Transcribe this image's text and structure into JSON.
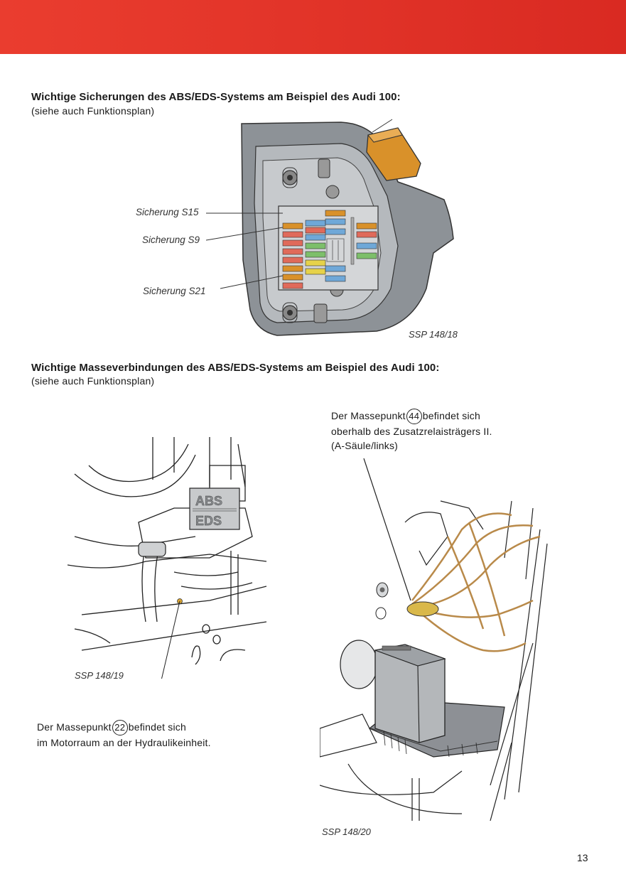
{
  "colors": {
    "band": "#e8362a",
    "band_dark": "#d92a22",
    "fuse_orange": "#d9912a"
  },
  "section1": {
    "heading": "Wichtige Sicherungen des ABS/EDS-Systems am Beispiel des Audi 100:",
    "sub": "(siehe auch Funktionsplan)",
    "labels": {
      "s15": "Sicherung S15",
      "s9": "Sicherung S9",
      "s21": "Sicherung S21"
    },
    "caption": "SSP 148/18",
    "fuse_icon": "fuse-box-illustration"
  },
  "section2": {
    "heading": "Wichtige Masseverbindungen des ABS/EDS-Systems am Beispiel des Audi 100:",
    "sub": "(siehe auch Funktionsplan)",
    "left_caption": "SSP 148/19",
    "left_text": {
      "pre": "Der Massepunkt",
      "num": "22",
      "post": "befindet sich",
      "line2": "im Motorraum an der Hydraulikeinheit."
    },
    "right_text": {
      "pre": "Der Massepunkt",
      "num": "44",
      "post": "befindet sich",
      "line2": "oberhalb des Zusatzrelaisträgers II.",
      "line3": "(A-Säule/links)"
    },
    "right_caption": "SSP 148/20",
    "abs_label": "ABS",
    "eds_label": "EDS"
  },
  "page_number": "13"
}
